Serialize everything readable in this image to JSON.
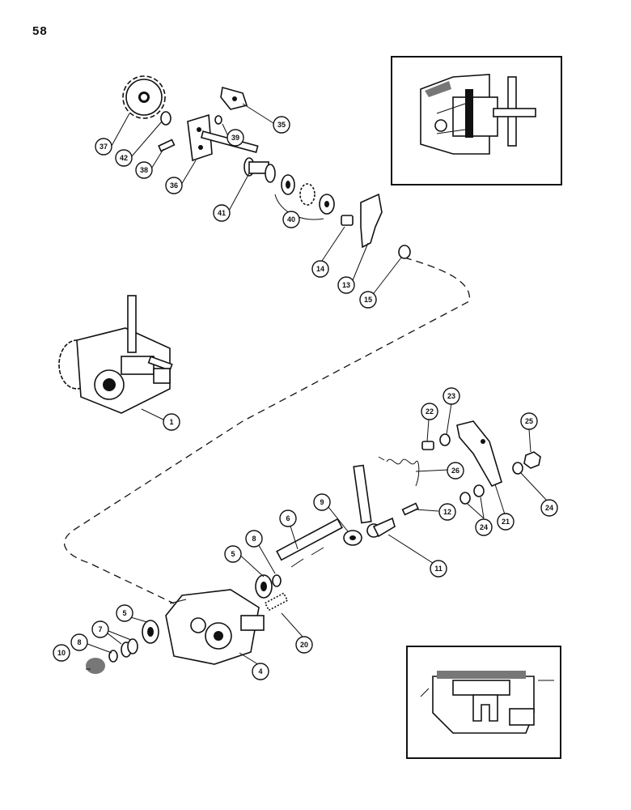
{
  "page_number": "58",
  "callouts": {
    "c1": "1",
    "c4": "4",
    "c5a": "5",
    "c5b": "5",
    "c6": "6",
    "c7": "7",
    "c8a": "8",
    "c8b": "8",
    "c9": "9",
    "c10": "10",
    "c11": "11",
    "c12": "12",
    "c13": "13",
    "c14": "14",
    "c15": "15",
    "c20": "20",
    "c21": "21",
    "c22": "22",
    "c23": "23",
    "c24a": "24",
    "c24b": "24",
    "c25": "25",
    "c26": "26",
    "c35": "35",
    "c36": "36",
    "c37": "37",
    "c38": "38",
    "c39": "39",
    "c40": "40",
    "c41": "41",
    "c42": "42"
  }
}
